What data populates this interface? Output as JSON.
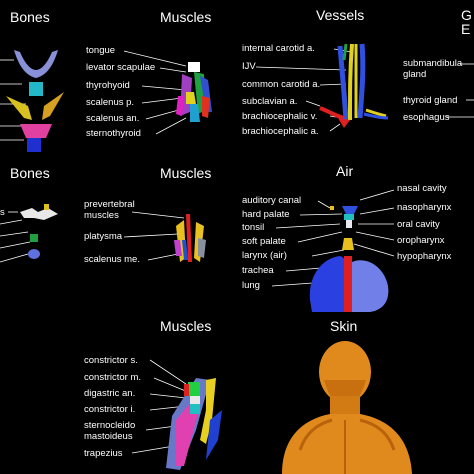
{
  "panels": {
    "bones1": {
      "title": "Bones"
    },
    "muscles1": {
      "title": "Muscles",
      "labels": [
        "tongue",
        "levator scapulae",
        "thyrohyoid",
        "scalenus p.",
        "scalenus an.",
        "sternothyroid"
      ]
    },
    "vessels": {
      "title": "Vessels",
      "labels": [
        "internal carotid a.",
        "IJV",
        "common carotid a.",
        "subclavian a.",
        "brachiocephalic v.",
        "brachiocephalic a."
      ]
    },
    "glands": {
      "title_fragment_1": "G",
      "title_fragment_2": "E",
      "labels": [
        "submandibula",
        "gland",
        "thyroid gland",
        "esophagus"
      ]
    },
    "bones2": {
      "title": "Bones",
      "labels": [
        "s"
      ]
    },
    "muscles2": {
      "title": "Muscles",
      "labels": [
        "prevertebral",
        "muscles",
        "platysma",
        "scalenus me."
      ]
    },
    "air": {
      "title": "Air",
      "labels": [
        "auditory canal",
        "hard palate",
        "tonsil",
        "soft palate",
        "larynx (air)",
        "trachea",
        "lung"
      ],
      "right_labels": [
        "nasal cavity",
        "nasopharynx",
        "oral cavity",
        "oropharynx",
        "hypopharynx"
      ]
    },
    "muscles3": {
      "title": "Muscles",
      "labels": [
        "constrictor s.",
        "constrictor m.",
        "digastric an.",
        "constrictor i.",
        "sternocleido",
        "mastoideus",
        "trapezius"
      ]
    },
    "skin": {
      "title": "Skin"
    }
  },
  "colors": {
    "background": "#000000",
    "text": "#ffffff",
    "lines": "#ffffff",
    "skin": "#e08a1e",
    "lung": "#3344dd"
  }
}
